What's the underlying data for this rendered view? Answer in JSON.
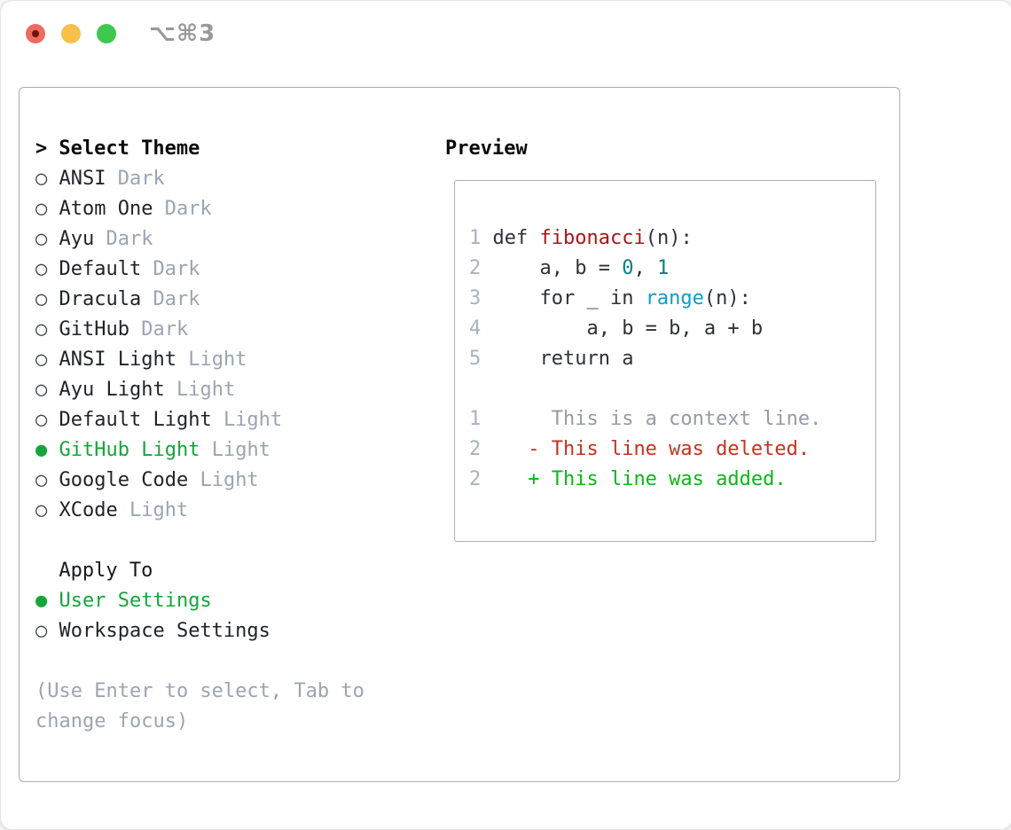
{
  "window": {
    "title_shortcut": "⌥⌘3",
    "traffic_lights": [
      {
        "name": "close",
        "color": "#ee6a5e"
      },
      {
        "name": "minimize",
        "color": "#f6c04b"
      },
      {
        "name": "zoom",
        "color": "#3ec84e"
      }
    ]
  },
  "theme_panel": {
    "prompt": ">",
    "title": "Select Theme",
    "glyphs": {
      "selected": "●",
      "unselected": "○"
    },
    "items": [
      {
        "name": "ANSI",
        "variant": "Dark",
        "selected": false
      },
      {
        "name": "Atom One",
        "variant": "Dark",
        "selected": false
      },
      {
        "name": "Ayu",
        "variant": "Dark",
        "selected": false
      },
      {
        "name": "Default",
        "variant": "Dark",
        "selected": false
      },
      {
        "name": "Dracula",
        "variant": "Dark",
        "selected": false
      },
      {
        "name": "GitHub",
        "variant": "Dark",
        "selected": false
      },
      {
        "name": "ANSI Light",
        "variant": "Light",
        "selected": false
      },
      {
        "name": "Ayu Light",
        "variant": "Light",
        "selected": false
      },
      {
        "name": "Default Light",
        "variant": "Light",
        "selected": false
      },
      {
        "name": "GitHub Light",
        "variant": "Light",
        "selected": true
      },
      {
        "name": "Google Code",
        "variant": "Light",
        "selected": false
      },
      {
        "name": "XCode",
        "variant": "Light",
        "selected": false
      }
    ],
    "apply_to": {
      "title": "Apply To",
      "options": [
        {
          "label": "User Settings",
          "selected": true
        },
        {
          "label": "Workspace Settings",
          "selected": false
        }
      ]
    },
    "hint_lines": [
      "(Use Enter to select, Tab to",
      "change focus)"
    ]
  },
  "preview": {
    "title": "Preview",
    "lines": [
      {
        "num": "1",
        "segments": [
          {
            "text": "def ",
            "style": "code"
          },
          {
            "text": "fibonacci",
            "style": "func"
          },
          {
            "text": "(n):",
            "style": "code"
          }
        ]
      },
      {
        "num": "2",
        "segments": [
          {
            "text": "    a, b = ",
            "style": "code"
          },
          {
            "text": "0",
            "style": "num"
          },
          {
            "text": ", ",
            "style": "code"
          },
          {
            "text": "1",
            "style": "num"
          }
        ]
      },
      {
        "num": "3",
        "segments": [
          {
            "text": "    for _ in ",
            "style": "code"
          },
          {
            "text": "range",
            "style": "builtin"
          },
          {
            "text": "(n):",
            "style": "code"
          }
        ]
      },
      {
        "num": "4",
        "segments": [
          {
            "text": "        a, b = b, a + b",
            "style": "code"
          }
        ]
      },
      {
        "num": "5",
        "segments": [
          {
            "text": "    return a",
            "style": "code"
          }
        ]
      },
      {
        "num": "",
        "segments": []
      },
      {
        "num": "1",
        "segments": [
          {
            "text": "     This is a context line.",
            "style": "context"
          }
        ]
      },
      {
        "num": "2",
        "segments": [
          {
            "text": "   - This line was deleted.",
            "style": "deleted"
          }
        ]
      },
      {
        "num": "2",
        "segments": [
          {
            "text": "   + This line was added.",
            "style": "added"
          }
        ]
      }
    ]
  },
  "colors": {
    "selection_green": "#16a53c",
    "added_green": "#0ab718",
    "deleted_red": "#c53220",
    "function_red": "#a91616",
    "number_teal": "#008080",
    "builtin_blue": "#1299d3",
    "muted_gray": "#9aa5b2",
    "line_number_gray": "#a7b2c0",
    "border_gray": "#a8aeb9"
  }
}
